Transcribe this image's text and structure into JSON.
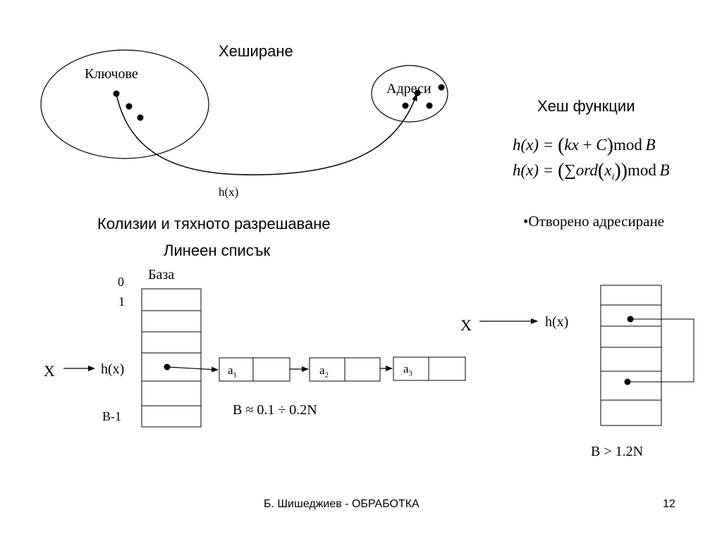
{
  "slide": {
    "title": "Хеширане",
    "keys_label": "Ключове",
    "addresses_label": "Адреси",
    "hash_arrow_label": "h(x)",
    "hash_functions_title": "Хеш функции",
    "formula1": {
      "lhs": "h(x) = ",
      "kx": "kx",
      "plus": " + ",
      "c": "C",
      "mod": "mod",
      "b": "B"
    },
    "formula2": {
      "lhs": "h(x) = ",
      "sum": "∑",
      "ord": "ord",
      "x": "x",
      "i": "i",
      "mod": "mod",
      "b": "B"
    },
    "collisions_title": "Колизии и тяхното разрешаване",
    "linear_list_title": "Линеен списък",
    "open_addressing": "•Отворено адресиране",
    "base_label": "База",
    "index_0": "0",
    "index_1": "1",
    "index_b_minus_1": "B-1",
    "x_left": "X",
    "hx_left": "h(x)",
    "list_nodes": [
      {
        "base": "a",
        "sub": "1"
      },
      {
        "base": "a",
        "sub": "2"
      },
      {
        "base": "a",
        "sub": "3"
      }
    ],
    "b_condition_left": "B ≈ 0.1 ÷ 0.2N",
    "x_right": "X",
    "hx_right": "h(x)",
    "b_condition_right": "B >  1.2N",
    "footer": "Б. Шишеджиев - ОБРАБОТКА",
    "page_number": "12"
  }
}
